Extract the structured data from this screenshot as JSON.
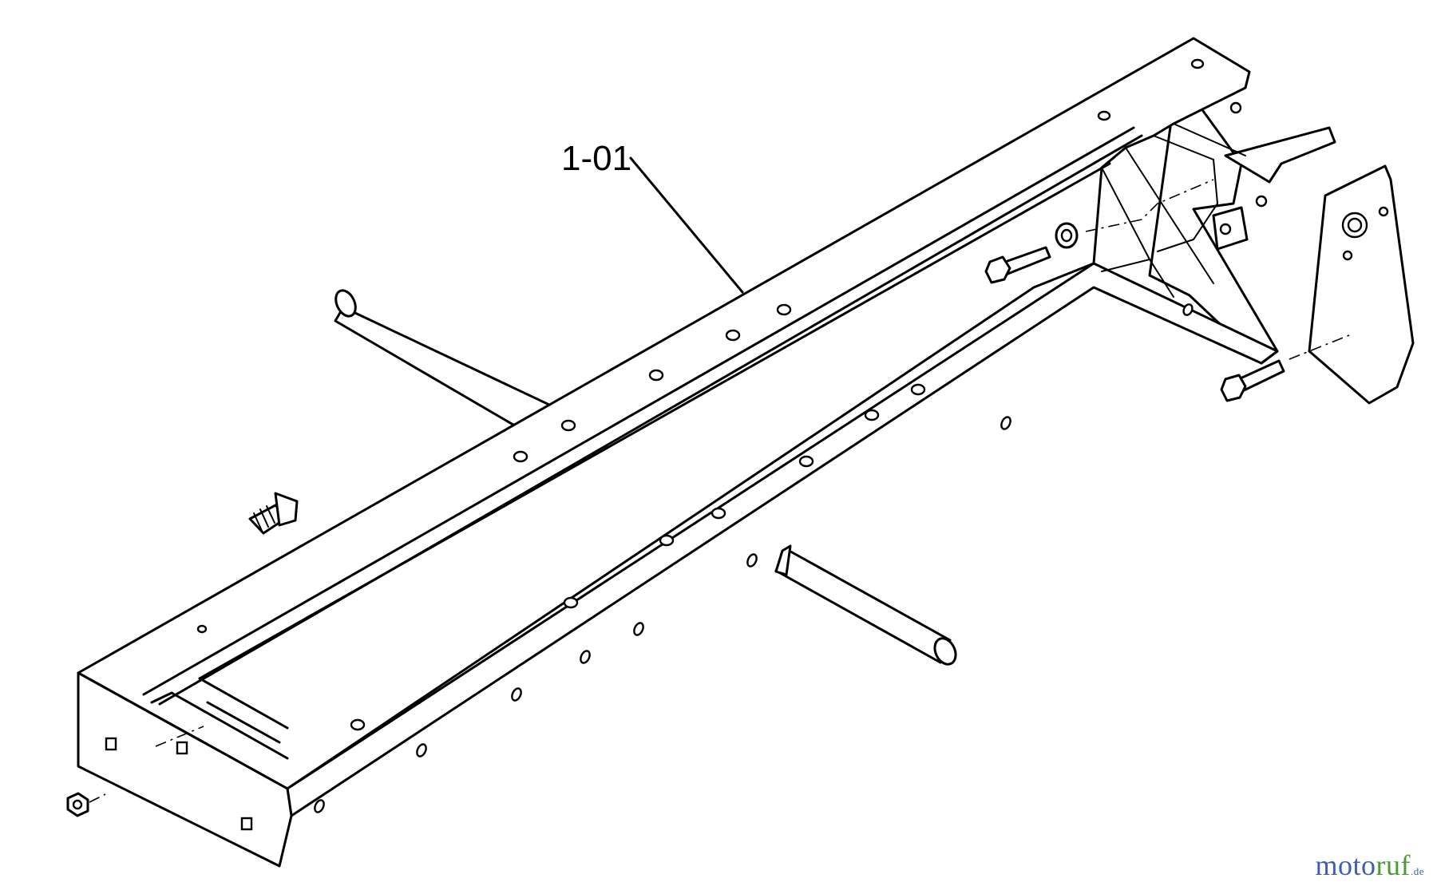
{
  "diagram": {
    "part_label": "1-01"
  },
  "watermark": {
    "text_a": "moto",
    "text_b": "ruf",
    "text_c": ".de",
    "color_a": "#3d5fb0",
    "color_b": "#4a9a3a"
  }
}
